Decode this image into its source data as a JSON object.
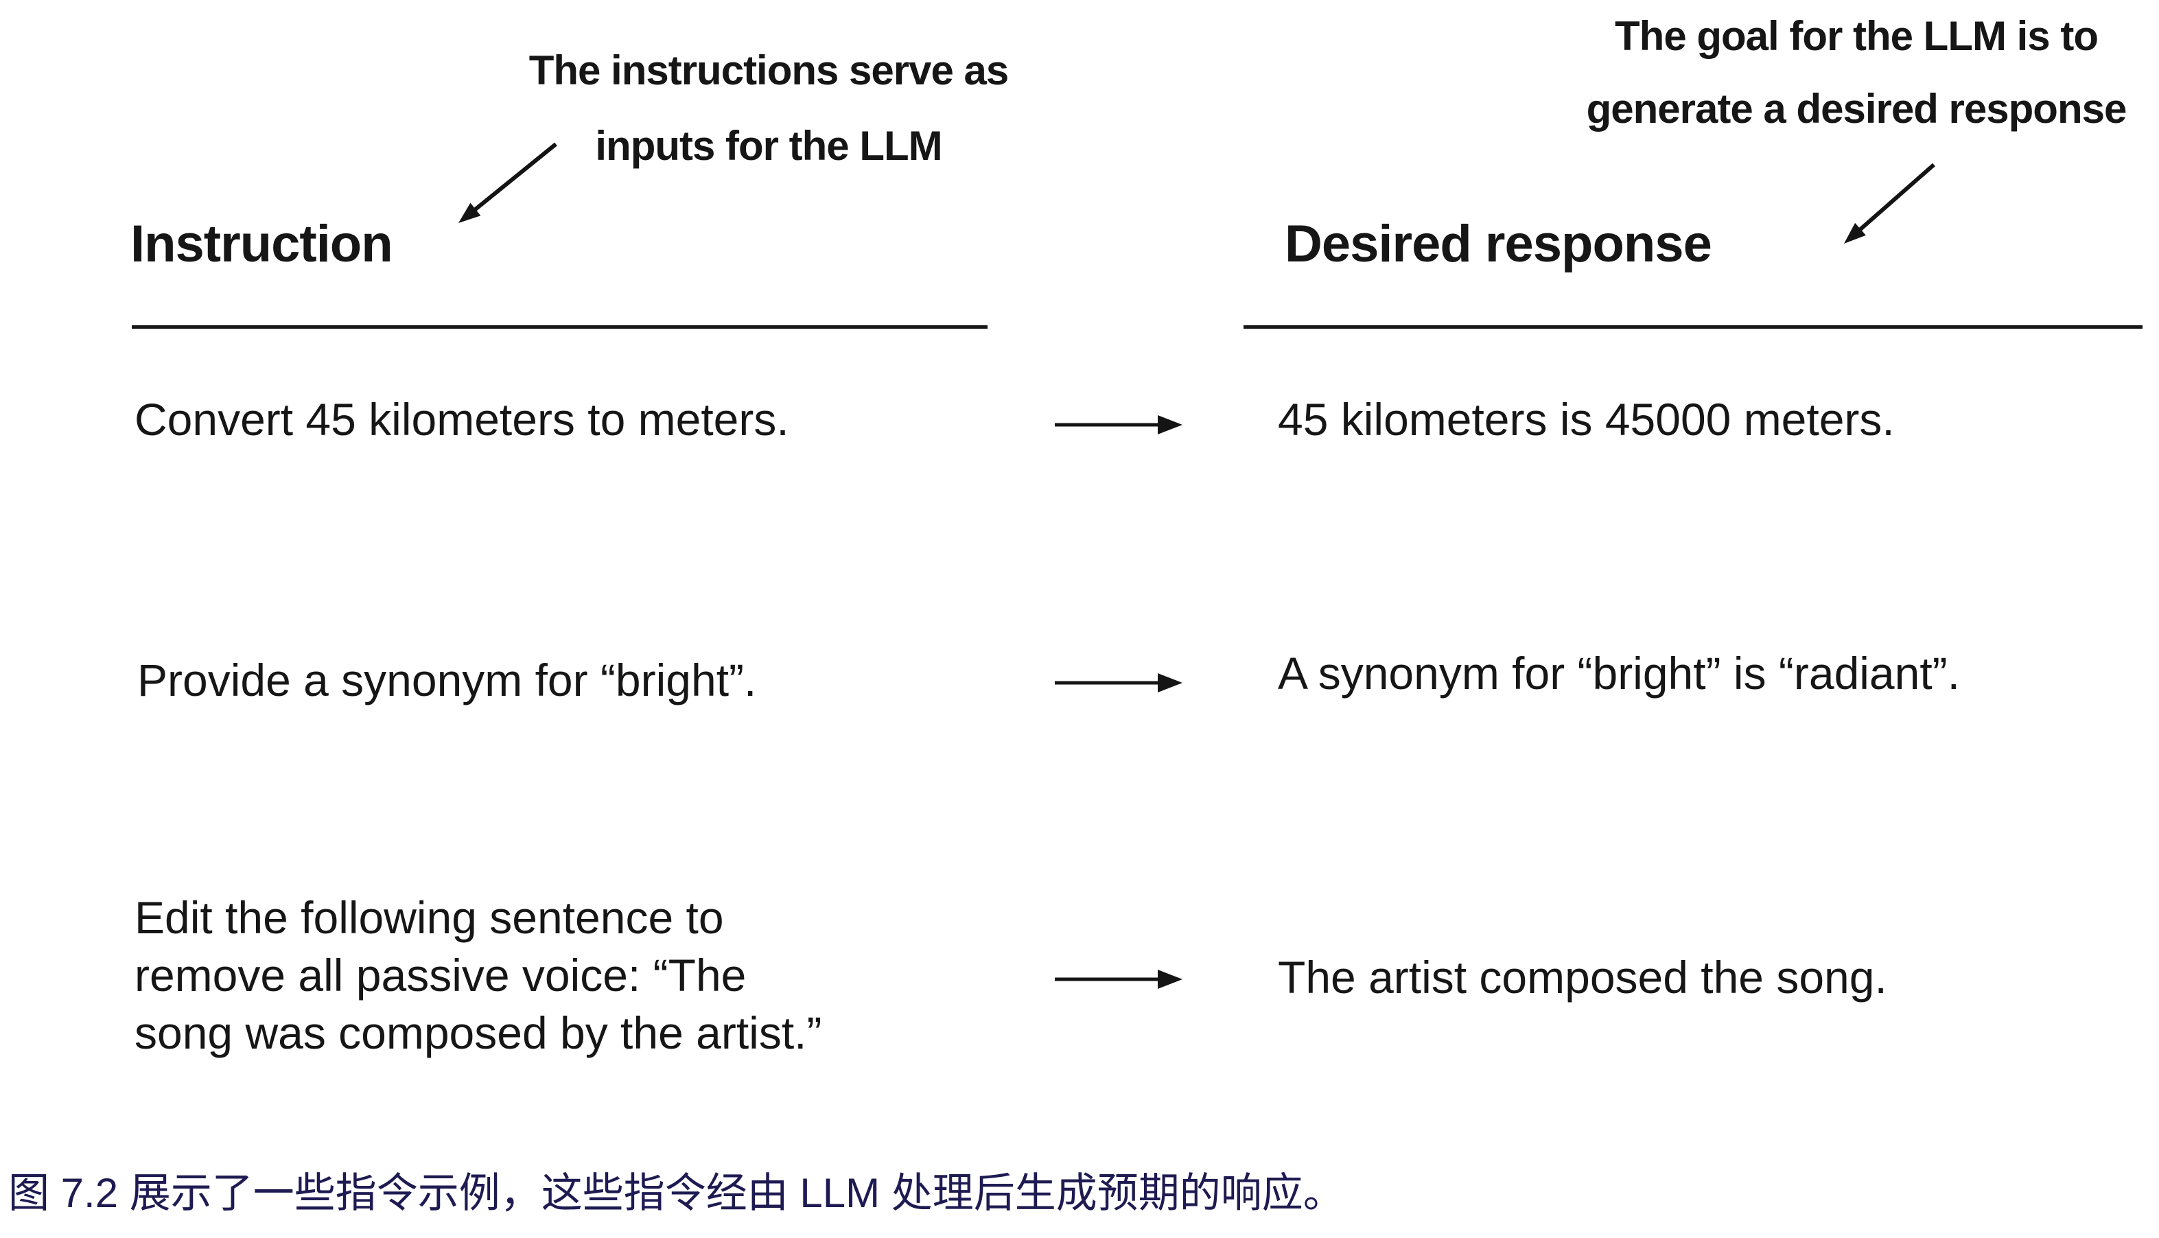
{
  "figure": {
    "annotation_left": {
      "line1": "The instructions serve as",
      "line2": "inputs for the LLM"
    },
    "annotation_right": {
      "line1": "The goal for the LLM is to",
      "line2": "generate a desired response"
    },
    "instruction_header": "Instruction",
    "response_header": "Desired response",
    "rows": [
      {
        "instruction": "Convert 45 kilometers to meters.",
        "response": "45 kilometers is 45000 meters."
      },
      {
        "instruction": "Provide a synonym for “bright”.",
        "response": "A synonym for “bright” is “radiant”."
      },
      {
        "instruction": "Edit the following sentence to remove all passive voice: “The song was composed by the artist.”",
        "response": "The artist composed the song."
      }
    ]
  },
  "caption": {
    "text": "图 7.2 展示了一些指令示例，这些指令经由 LLM 处理后生成预期的响应。"
  },
  "colors": {
    "text": "#161616",
    "caption": "#1e1b52",
    "arrow": "#141414"
  }
}
